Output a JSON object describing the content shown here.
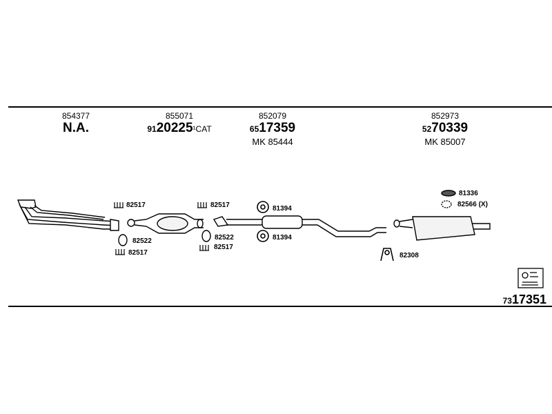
{
  "sections": [
    {
      "part_no": "854377",
      "main_pre": "",
      "main": "N.A.",
      "main_suffix": "",
      "mk": ""
    },
    {
      "part_no": "855071",
      "main_pre": "91",
      "main": "20225",
      "main_suffix": "¹CAT",
      "mk": ""
    },
    {
      "part_no": "852079",
      "main_pre": "65",
      "main": "17359",
      "main_suffix": "",
      "mk": "MK  85444"
    },
    {
      "part_no": "852973",
      "main_pre": "52",
      "main": "70339",
      "main_suffix": "",
      "mk": "MK  85007"
    }
  ],
  "labels": {
    "clamp1_top": "82517",
    "gasket1": "82522",
    "clamp1_bottom": "82517",
    "clamp2_top": "82517",
    "gasket2": "82522",
    "clamp2_bottom": "82517",
    "hanger_top": "81394",
    "hanger_bottom": "81394",
    "rubber_mount": "81336",
    "rubber_ring": "82566 (X)",
    "bracket": "82308"
  },
  "code": {
    "prefix": "73",
    "main": "17351"
  }
}
